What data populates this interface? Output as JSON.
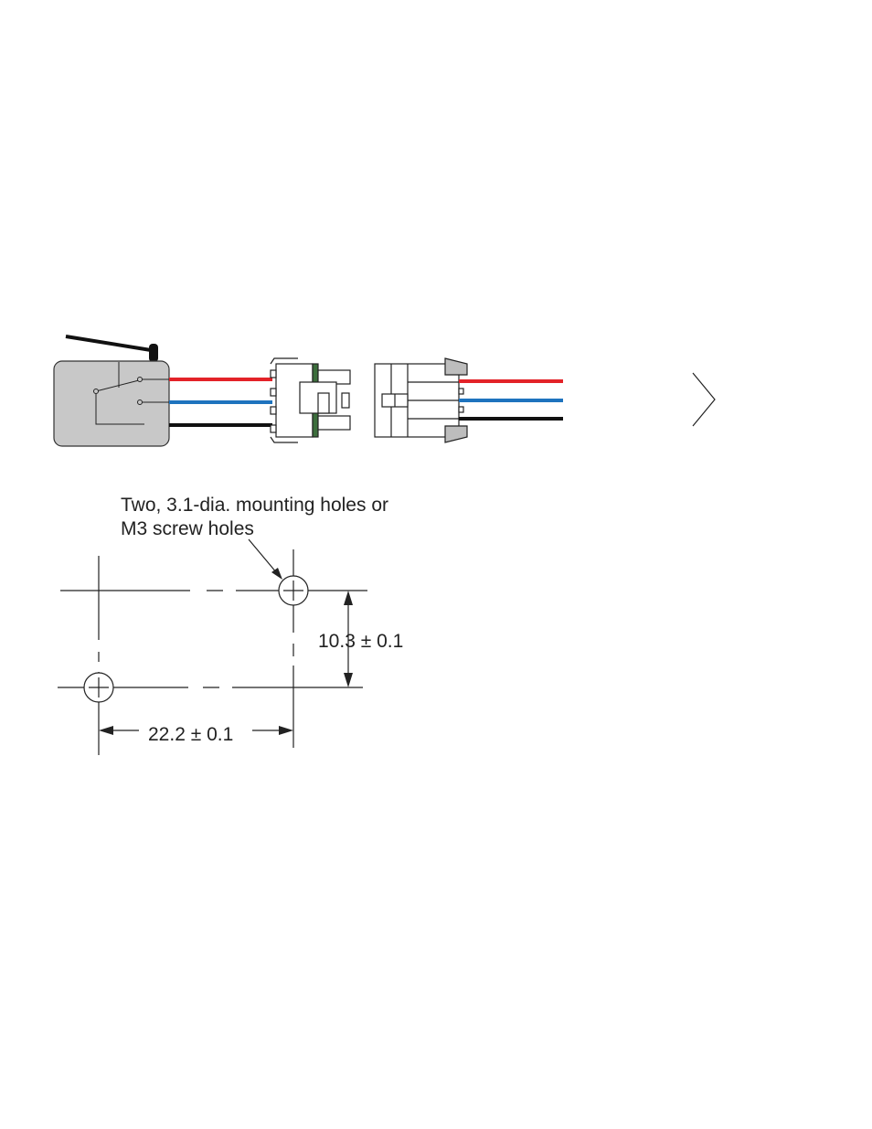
{
  "colors": {
    "wire_red": "#e32228",
    "wire_blue": "#1e73be",
    "wire_black": "#111111",
    "switch_body": "#c8c8c8",
    "connector_shade": "#bdbdbd"
  },
  "annotation": {
    "line1": "Two, 3.1-dia. mounting holes or",
    "line2": "M3 screw holes"
  },
  "dimensions": {
    "vertical": "10.3 ± 0.1",
    "horizontal": "22.2 ± 0.1"
  }
}
